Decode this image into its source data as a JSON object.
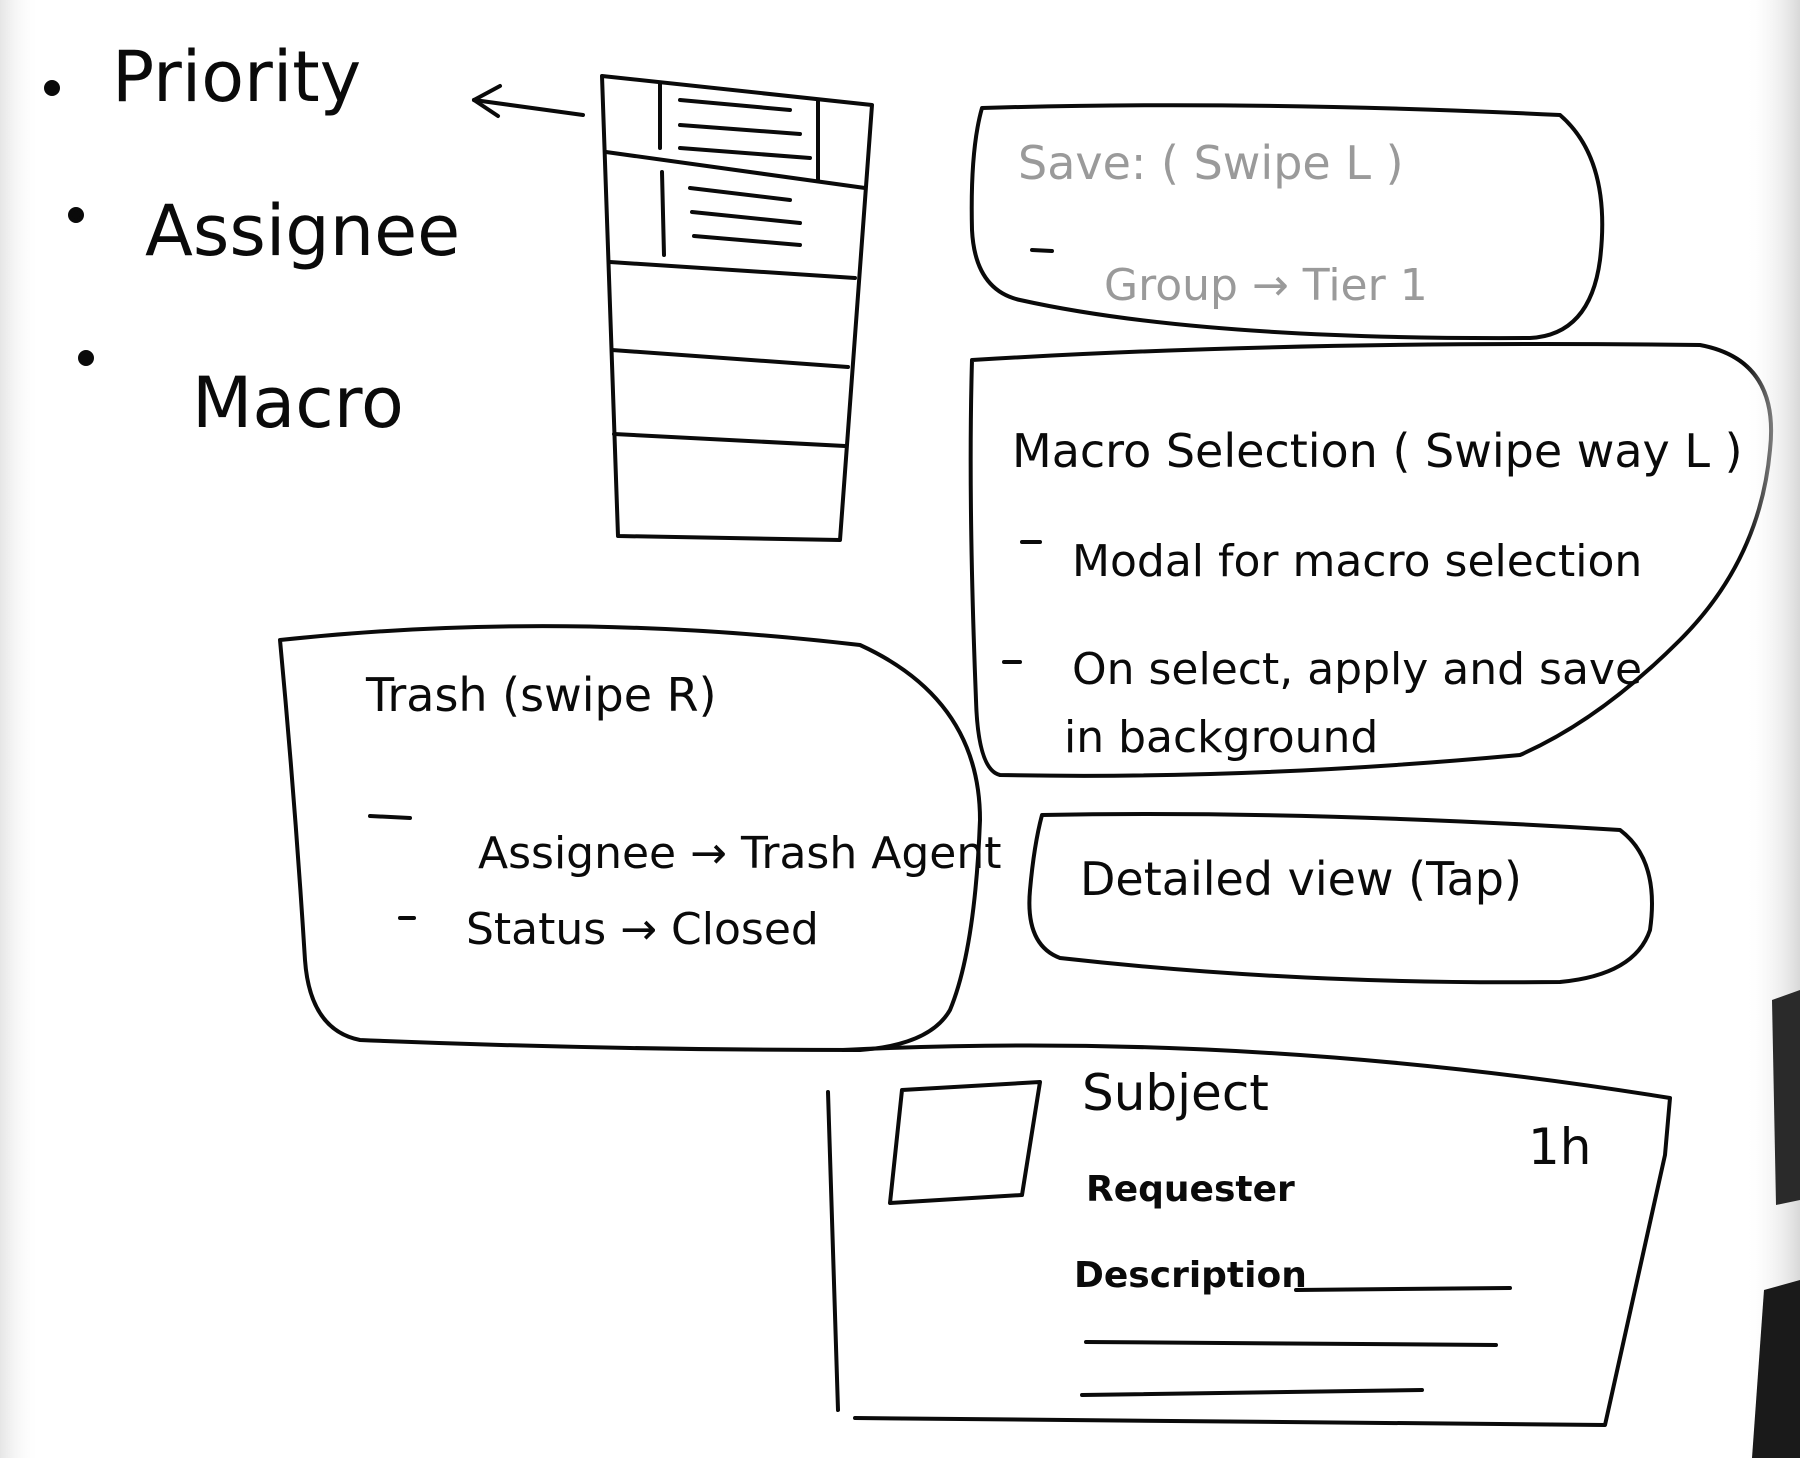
{
  "bullets": [
    "Priority",
    "Assignee",
    "Macro"
  ],
  "save_note": {
    "title": "Save: ( Swipe L )",
    "lines": [
      "Group → Tier 1"
    ]
  },
  "macro_note": {
    "title": "Macro Selection ( Swipe way L )",
    "lines": [
      "Modal for macro selection",
      "On select, apply and save",
      "in background"
    ]
  },
  "trash_note": {
    "title": "Trash (swipe R)",
    "lines": [
      "Assignee → Trash Agent",
      "Status → Closed"
    ]
  },
  "detail_note": {
    "title": "Detailed view (Tap)"
  },
  "detail_sketch": {
    "subject": "Subject",
    "time": "1h",
    "requester": "Requester",
    "description": "Description"
  },
  "colors": {
    "ink": "#0a0a0a",
    "faint_ink": "#9a9a9a",
    "board": "#ffffff"
  }
}
